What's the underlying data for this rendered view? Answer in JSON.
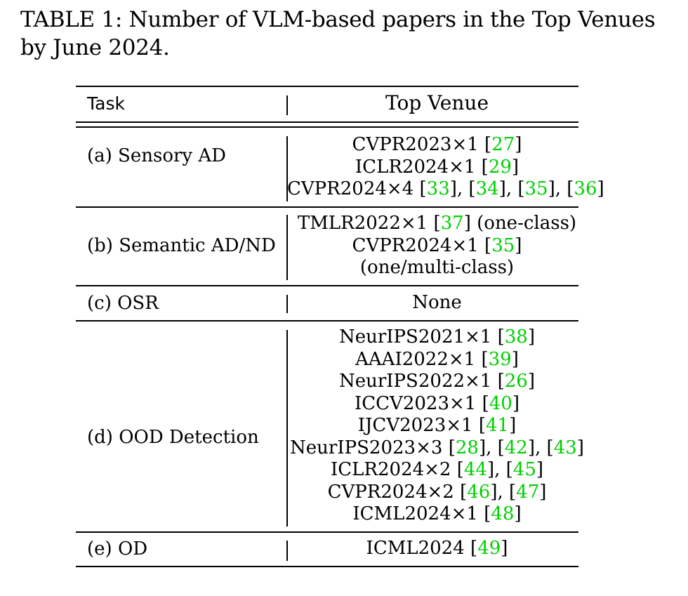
{
  "caption": "TABLE 1: Number of VLM-based papers in the Top Venues by June 2024.",
  "table": {
    "headers": {
      "task": "Task",
      "venue": "Top Venue"
    },
    "rows": [
      {
        "task": "(a) Sensory AD",
        "venue_lines": [
          [
            {
              "t": "CVPR2023×1 ["
            },
            {
              "t": "27",
              "cite": true
            },
            {
              "t": "]"
            }
          ],
          [
            {
              "t": "ICLR2024×1 ["
            },
            {
              "t": "29",
              "cite": true
            },
            {
              "t": "]"
            }
          ],
          [
            {
              "t": "CVPR2024×4 ["
            },
            {
              "t": "33",
              "cite": true
            },
            {
              "t": "], ["
            },
            {
              "t": "34",
              "cite": true
            },
            {
              "t": "], ["
            },
            {
              "t": "35",
              "cite": true
            },
            {
              "t": "], ["
            },
            {
              "t": "36",
              "cite": true
            },
            {
              "t": "]"
            }
          ]
        ]
      },
      {
        "task": "(b) Semantic AD/ND",
        "venue_lines": [
          [
            {
              "t": "TMLR2022×1 ["
            },
            {
              "t": "37",
              "cite": true
            },
            {
              "t": "] (one-class)"
            }
          ],
          [
            {
              "t": "CVPR2024×1 ["
            },
            {
              "t": "35",
              "cite": true
            },
            {
              "t": "]"
            }
          ],
          [
            {
              "t": "(one/multi-class)"
            }
          ]
        ]
      },
      {
        "task": "(c) OSR",
        "venue_lines": [
          [
            {
              "t": "None"
            }
          ]
        ]
      },
      {
        "task": "(d) OOD Detection",
        "venue_lines": [
          [
            {
              "t": "NeurIPS2021×1 ["
            },
            {
              "t": "38",
              "cite": true
            },
            {
              "t": "]"
            }
          ],
          [
            {
              "t": "AAAI2022×1 ["
            },
            {
              "t": "39",
              "cite": true
            },
            {
              "t": "]"
            }
          ],
          [
            {
              "t": "NeurIPS2022×1 ["
            },
            {
              "t": "26",
              "cite": true
            },
            {
              "t": "]"
            }
          ],
          [
            {
              "t": "ICCV2023×1 ["
            },
            {
              "t": "40",
              "cite": true
            },
            {
              "t": "]"
            }
          ],
          [
            {
              "t": "IJCV2023×1 ["
            },
            {
              "t": "41",
              "cite": true
            },
            {
              "t": "]"
            }
          ],
          [
            {
              "t": "NeurIPS2023×3 ["
            },
            {
              "t": "28",
              "cite": true
            },
            {
              "t": "], ["
            },
            {
              "t": "42",
              "cite": true
            },
            {
              "t": "], ["
            },
            {
              "t": "43",
              "cite": true
            },
            {
              "t": "]"
            }
          ],
          [
            {
              "t": "ICLR2024×2 ["
            },
            {
              "t": "44",
              "cite": true
            },
            {
              "t": "], ["
            },
            {
              "t": "45",
              "cite": true
            },
            {
              "t": "]"
            }
          ],
          [
            {
              "t": "CVPR2024×2 ["
            },
            {
              "t": "46",
              "cite": true
            },
            {
              "t": "], ["
            },
            {
              "t": "47",
              "cite": true
            },
            {
              "t": "]"
            }
          ],
          [
            {
              "t": "ICML2024×1 ["
            },
            {
              "t": "48",
              "cite": true
            },
            {
              "t": "]"
            }
          ]
        ]
      },
      {
        "task": "(e) OD",
        "venue_lines": [
          [
            {
              "t": "ICML2024 ["
            },
            {
              "t": "49",
              "cite": true
            },
            {
              "t": "]"
            }
          ]
        ]
      }
    ]
  },
  "colors": {
    "citation": "#00d000",
    "text": "#000000"
  }
}
